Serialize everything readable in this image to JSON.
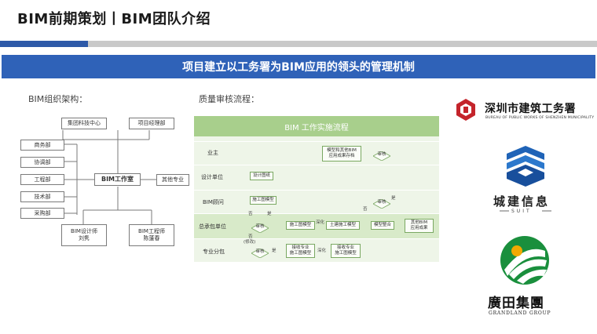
{
  "header": {
    "title": "BIM前期策划丨BIM团队介绍",
    "banner": "项目建立以工务署为BIM应用的领头的管理机制"
  },
  "colors": {
    "accent": "#2f62b8",
    "flow_header": "#a8cf8c",
    "flow_bg": "#eef5e8"
  },
  "org": {
    "label": "BIM组织架构：",
    "top_left": "集团科技中心",
    "top_right": "项目经理部",
    "center": "BIM工作室",
    "right": "其他专业",
    "departments": [
      "商务部",
      "协调部",
      "工程部",
      "技术部",
      "采购部"
    ],
    "bottom_left": [
      "BIM设计师",
      "刘隽"
    ],
    "bottom_right": [
      "BIM工程师",
      "陈蓬春"
    ]
  },
  "flow": {
    "label": "质量审核流程：",
    "title": "BIM 工作实施流程",
    "lanes": [
      "业主",
      "设计单位",
      "BIM顾问",
      "总承包单位",
      "专业分包"
    ],
    "boxes": {
      "owner_model": [
        "模型和其他BIM",
        "应用成果存档"
      ],
      "design_drawing": "设计图纸",
      "construction_model": "施工图模型",
      "gc_construction_model": "施工图模型",
      "civil_model": "土建施工模型",
      "model_integration": "模型整合",
      "other_bim": [
        "其他BIM",
        "应用成果"
      ],
      "sub_model_a": [
        "接收专业",
        "施工图模型"
      ],
      "sub_model_b": [
        "接收专业",
        "施工图模型"
      ]
    },
    "diamonds": {
      "owner_review": "审核",
      "consultant_review": "审核",
      "gc_review": "审核",
      "sub_review": "审核"
    },
    "edge_labels": {
      "no1": "否",
      "yes1": "是",
      "deepen1": "深化",
      "no2": "否",
      "revise": "(修改)",
      "deepen2": "深化",
      "yes2": "是",
      "no3": "否",
      "yes3": "是"
    }
  },
  "logos": {
    "sz_name": "深圳市建筑工务署",
    "sz_sub": "BUREAU OF PUBLIC WORKS OF SHENZHEN MUNICIPALITY",
    "suit_name": "城建信息",
    "suit_sub": "SUIT",
    "grand_name": "廣田集團",
    "grand_sub": "GRANDLAND GROUP"
  }
}
